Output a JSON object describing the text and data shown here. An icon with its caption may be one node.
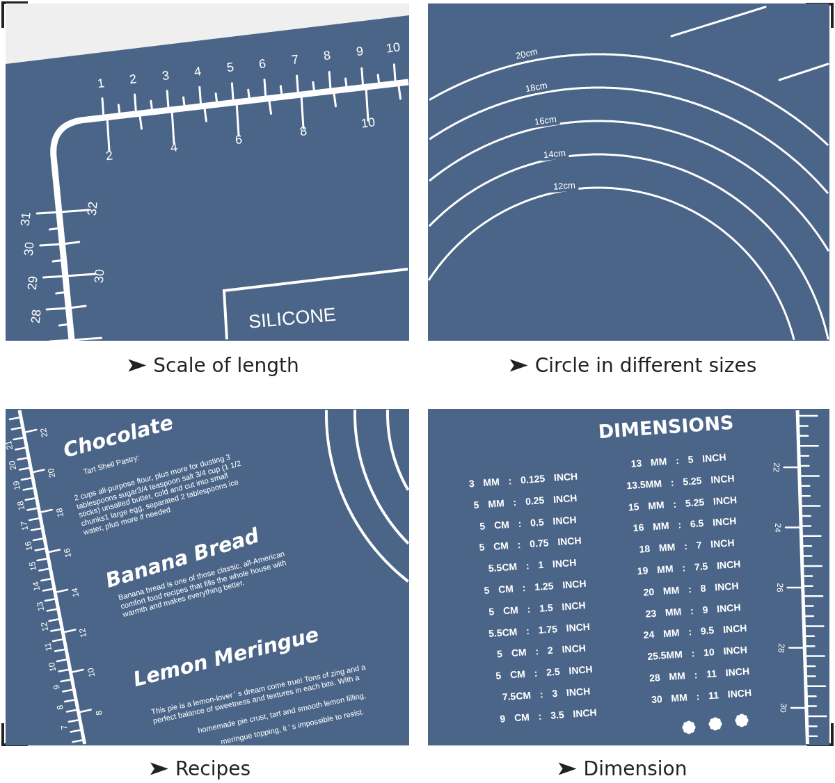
{
  "diagram": {
    "nodes": [
      {
        "text": [
          "1",
          "2",
          "3",
          "4",
          "5",
          "6",
          "7",
          "8",
          "9",
          "10",
          "2",
          "4",
          "6",
          "8",
          "10",
          "31",
          "30",
          "29",
          "28",
          "32",
          "30",
          "SILICONE"
        ],
        "beside": [
          "Scale of length"
        ]
      },
      {
        "text": [
          "20cm",
          "18cm",
          "16cm",
          "14cm",
          "12cm"
        ],
        "beside": [
          "Circle in different sizes"
        ]
      },
      {
        "text": [
          "Chocolate",
          "Tart Shell Pastry:",
          "2 cups all-purpose flour, plus more for dusting 3 tablespoons sugar3/4 teaspoon salt 3/4 cup (1 1/2 sticks) unsalted butter, cold and cut into small chunks1 large egg, separated 2 tablespoons ice water, plus more if needed",
          "Banana Bread",
          "Banana bread is one of those classic, all-American comfort food recipes that fills the whole house with warmth and makes everything better.",
          "Lemon Meringue",
          "This pie is a lemon-lover ' s dream come true! Tons of zing and a perfect balance of sweetness and textures in each bite. With a",
          "homemade pie crust, tart and smooth lemon filling,",
          "meringue topping, it ' s impossible to resist.",
          "21",
          "20",
          "19",
          "18",
          "17",
          "16",
          "15",
          "14",
          "13",
          "12",
          "11",
          "10",
          "9",
          "8",
          "7",
          "22",
          "20",
          "18",
          "16",
          "14",
          "12",
          "10",
          "8"
        ],
        "beside": [
          "Recipes"
        ]
      },
      {
        "text": [
          "DIMENSIONS",
          "3 MM : 0.125 INCH",
          "13 MM : 5 INCH",
          "5 MM : 0.25 INCH",
          "13.5MM : 5.25 INCH",
          "5 CM : 0.5 INCH",
          "15 MM : 5.25 INCH",
          "5 CM : 0.75 INCH",
          "16 MM : 6.5 INCH",
          "5.5CM : 1 INCH",
          "18 MM : 7 INCH",
          "5 CM : 1.25 INCH",
          "19 MM : 7.5 INCH",
          "5 CM : 1.5 INCH",
          "20 MM : 8 INCH",
          "5.5CM : 1.75 INCH",
          "23 MM : 9 INCH",
          "5 CM : 2 INCH",
          "24 MM : 9.5 INCH",
          "5 CM : 2.5 INCH",
          "25.5MM : 10 INCH",
          "7.5CM : 3 INCH",
          "28 MM : 11 INCH",
          "9 CM : 3.5 INCH",
          "30 MM : 11 INCH",
          "22",
          "24",
          "26",
          "28",
          "30"
        ],
        "beside": [
          "Dimension"
        ]
      }
    ]
  }
}
